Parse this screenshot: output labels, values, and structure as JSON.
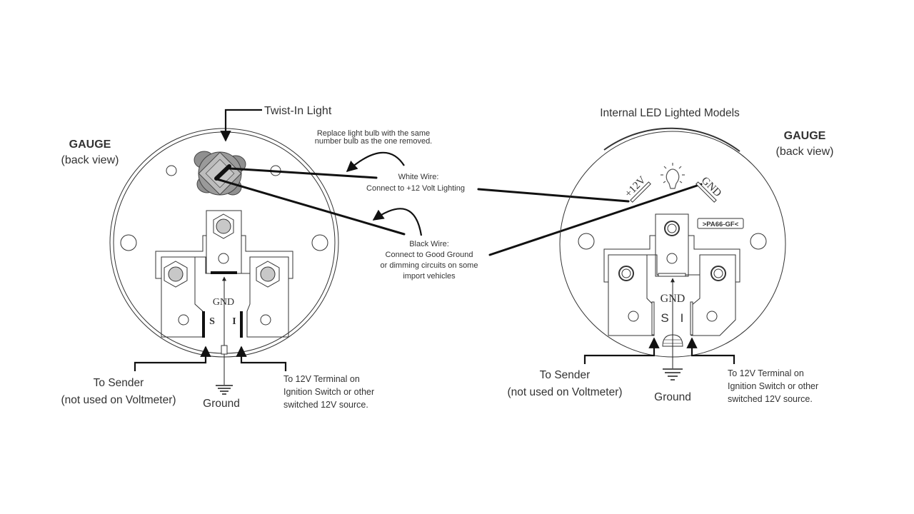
{
  "colors": {
    "background": "#ffffff",
    "line": "#333333",
    "wire": "#111111",
    "bulb_dark": "#8a8a8a",
    "bulb_light": "#b9b9b9",
    "stud_fill": "#c8c8c8"
  },
  "left_gauge": {
    "title": "GAUGE",
    "subtitle": "(back view)",
    "twist_in_light": "Twist-In Light",
    "bulb_note_line1": "Replace light bulb with the same",
    "bulb_note_line2": "number bulb as the one removed.",
    "terminal_gnd": "GND",
    "terminal_s": "S",
    "terminal_i": "I",
    "to_sender_line1": "To Sender",
    "to_sender_line2": "(not used on Voltmeter)",
    "ground": "Ground",
    "to_12v_line1": "To 12V Terminal on",
    "to_12v_line2": "Ignition Switch or other",
    "to_12v_line3": "switched 12V source."
  },
  "wires": {
    "white_title": "White Wire:",
    "white_desc": "Connect to +12 Volt Lighting",
    "black_title": "Black Wire:",
    "black_desc_line1": "Connect to Good Ground",
    "black_desc_line2": "or dimming circuits on some",
    "black_desc_line3": "import vehicles"
  },
  "right_gauge": {
    "heading": "Internal LED Lighted Models",
    "title": "GAUGE",
    "subtitle": "(back view)",
    "pad_plus12v": "+12V",
    "pad_gnd": "GND",
    "material_mark": ">PA66-GF<",
    "terminal_gnd": "GND",
    "terminal_s": "S",
    "terminal_i": "I",
    "to_sender_line1": "To Sender",
    "to_sender_line2": "(not used on Voltmeter)",
    "ground": "Ground",
    "to_12v_line1": "To 12V Terminal on",
    "to_12v_line2": "Ignition Switch or other",
    "to_12v_line3": "switched 12V source."
  }
}
